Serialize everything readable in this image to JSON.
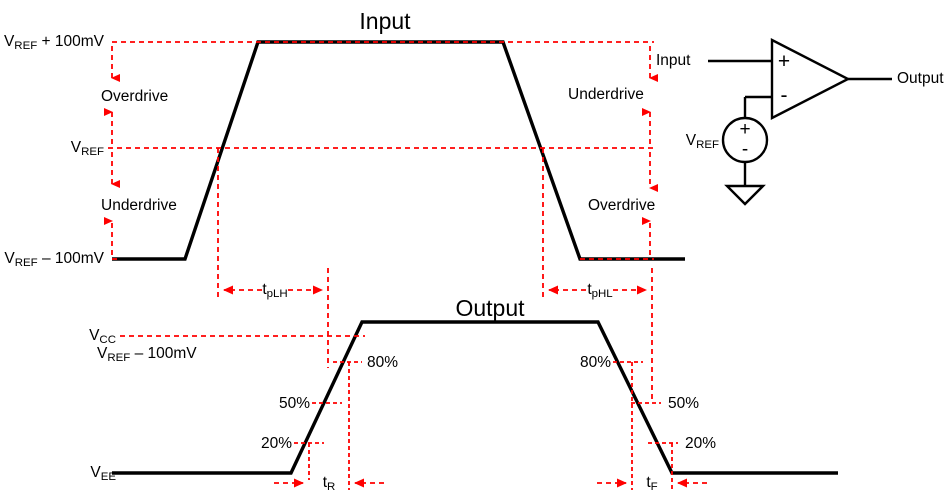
{
  "figure": {
    "type": "timing-diagram",
    "description": "Comparator input/output timing diagram showing overdrive, underdrive, propagation delays and rise/fall times",
    "colors": {
      "waveform": "#000000",
      "annotation": "#ff0000",
      "background": "#ffffff"
    }
  },
  "input_section": {
    "title": "Input",
    "levels": {
      "high": "V",
      "high_sub": "REF",
      "high_rest": " + 100mV",
      "mid": "V",
      "mid_sub": "REF",
      "low": "V",
      "low_sub": "REF",
      "low_rest": " – 100mV"
    },
    "annotations": {
      "left_upper": "Overdrive",
      "left_lower": "Underdrive",
      "right_upper": "Underdrive",
      "right_lower": "Overdrive"
    },
    "delays": {
      "rise_label": "t",
      "rise_sub": "pLH",
      "fall_label": "t",
      "fall_sub": "pHL"
    }
  },
  "output_section": {
    "title": "Output",
    "levels": {
      "vcc": "V",
      "vcc_sub": "CC",
      "vcc_note": "V",
      "vcc_note_sub": "REF",
      "vcc_note_rest": " – 100mV",
      "vee": "V",
      "vee_sub": "EE"
    },
    "percent_markers": {
      "rise": [
        "20%",
        "50%",
        "80%"
      ],
      "fall": [
        "80%",
        "50%",
        "20%"
      ]
    },
    "times": {
      "rise_label": "t",
      "rise_sub": "R",
      "fall_label": "t",
      "fall_sub": "F"
    }
  },
  "circuit": {
    "input_label": "Input",
    "output_label": "Output",
    "vref_label": "V",
    "vref_sub": "REF",
    "plus_terminal": "+",
    "minus_terminal": "-",
    "source_plus": "+",
    "source_minus": "-",
    "component": "comparator-opamp"
  },
  "chart_data": {
    "type": "line",
    "title": "Comparator Input and Output Timing",
    "series": [
      {
        "name": "Input",
        "points": [
          [
            112,
            259
          ],
          [
            185,
            259
          ],
          [
            258,
            42
          ],
          [
            503,
            42
          ],
          [
            580,
            259
          ],
          [
            685,
            259
          ]
        ],
        "levels": {
          "VREF+100mV": 42,
          "VREF": 148,
          "VREF-100mV": 259
        }
      },
      {
        "name": "Output",
        "points": [
          [
            112,
            473
          ],
          [
            291,
            473
          ],
          [
            362,
            322
          ],
          [
            598,
            322
          ],
          [
            672,
            473
          ],
          [
            838,
            473
          ]
        ],
        "levels": {
          "VCC": 322,
          "VEE": 473
        }
      }
    ],
    "markers": {
      "tpLH": [
        218,
        328
      ],
      "tpHL": [
        543,
        652
      ],
      "tR": [
        309,
        349
      ],
      "tF": [
        632,
        672
      ],
      "rise_20pct": [
        310,
        443
      ],
      "rise_50pct": [
        327,
        403
      ],
      "rise_80pct": [
        347,
        362
      ],
      "fall_20pct": [
        661,
        443
      ],
      "fall_50pct": [
        645,
        403
      ],
      "fall_80pct": [
        628,
        362
      ]
    }
  }
}
